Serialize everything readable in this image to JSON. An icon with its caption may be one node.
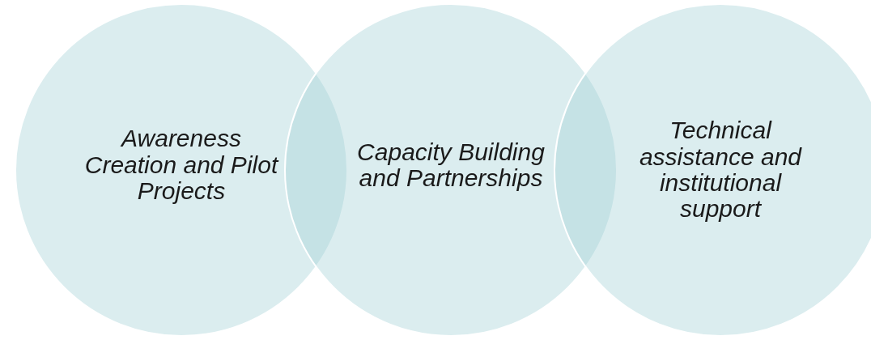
{
  "diagram": {
    "nodes": [
      {
        "text": [
          "Awareness Creation and Pilot Projects"
        ]
      },
      {
        "text": [
          "Capacity Building and Partnerships"
        ]
      },
      {
        "text": [
          "Technical assistance and institutional support"
        ]
      }
    ]
  }
}
